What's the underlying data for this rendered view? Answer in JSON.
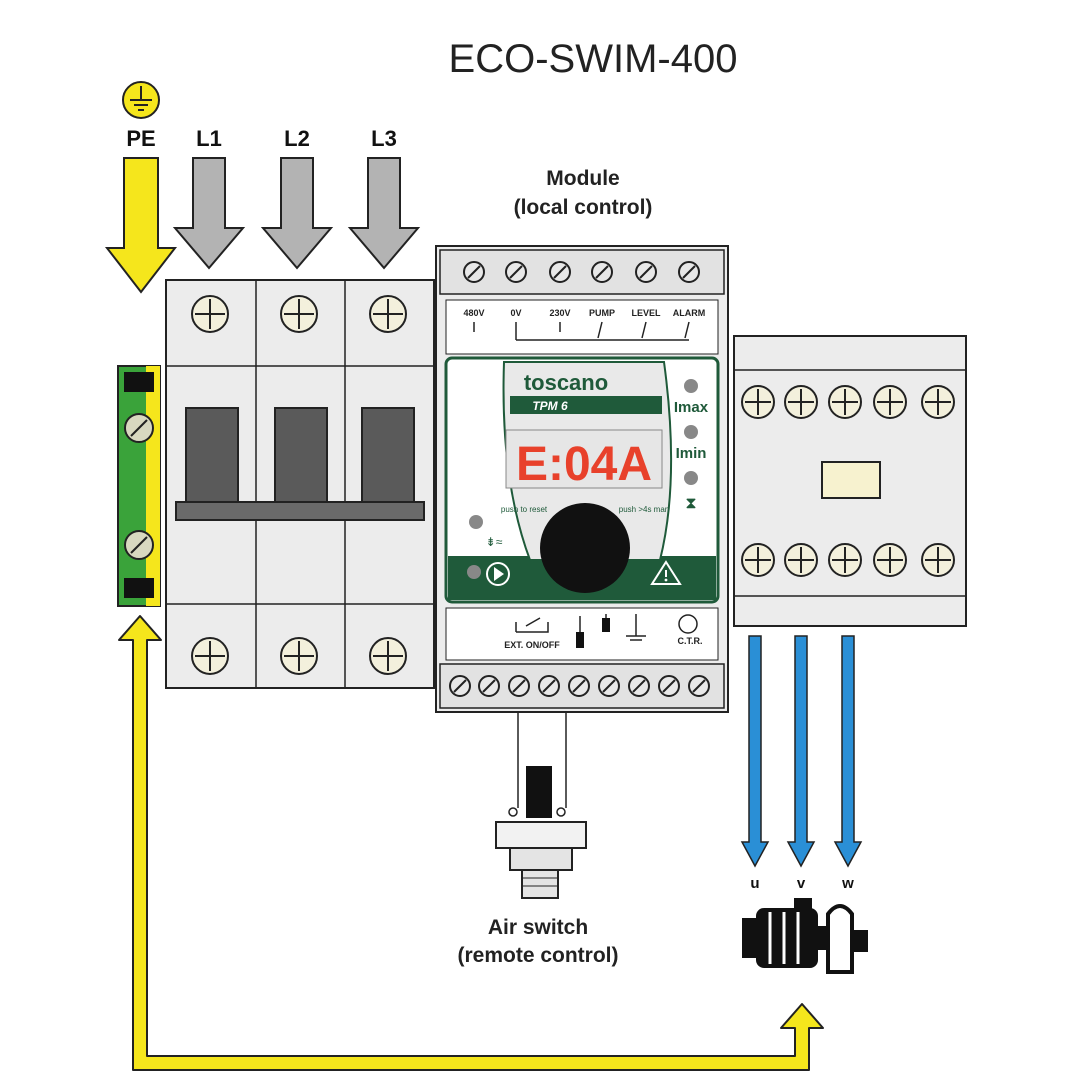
{
  "title": "ECO-SWIM-400",
  "supply": {
    "pe_label": "PE",
    "phases": [
      "L1",
      "L2",
      "L3"
    ]
  },
  "module": {
    "caption_line1": "Module",
    "caption_line2": "(local control)",
    "terminal_labels": [
      "480V",
      "0V",
      "230V",
      "PUMP",
      "LEVEL",
      "ALARM"
    ],
    "brand": "toscano",
    "model": "TPM 6",
    "display": "E:04A",
    "indicator_labels": [
      "Imax",
      "Imin"
    ],
    "push_reset_label": "push to reset",
    "push_man_label": "push >4s man",
    "bottom_labels": [
      "EXT. ON/OFF",
      "C.T.R."
    ]
  },
  "motor_phases": [
    "u",
    "v",
    "w"
  ],
  "air_switch": {
    "caption_line1": "Air switch",
    "caption_line2": "(remote control)"
  },
  "colors": {
    "pe_yellow": "#f5e61c",
    "phase_grey": "#b3b3b3",
    "motor_blue": "#2a8fd6",
    "module_green": "#1f5a3a",
    "display_red": "#e8412b",
    "earth_green": "#3aa33a"
  }
}
